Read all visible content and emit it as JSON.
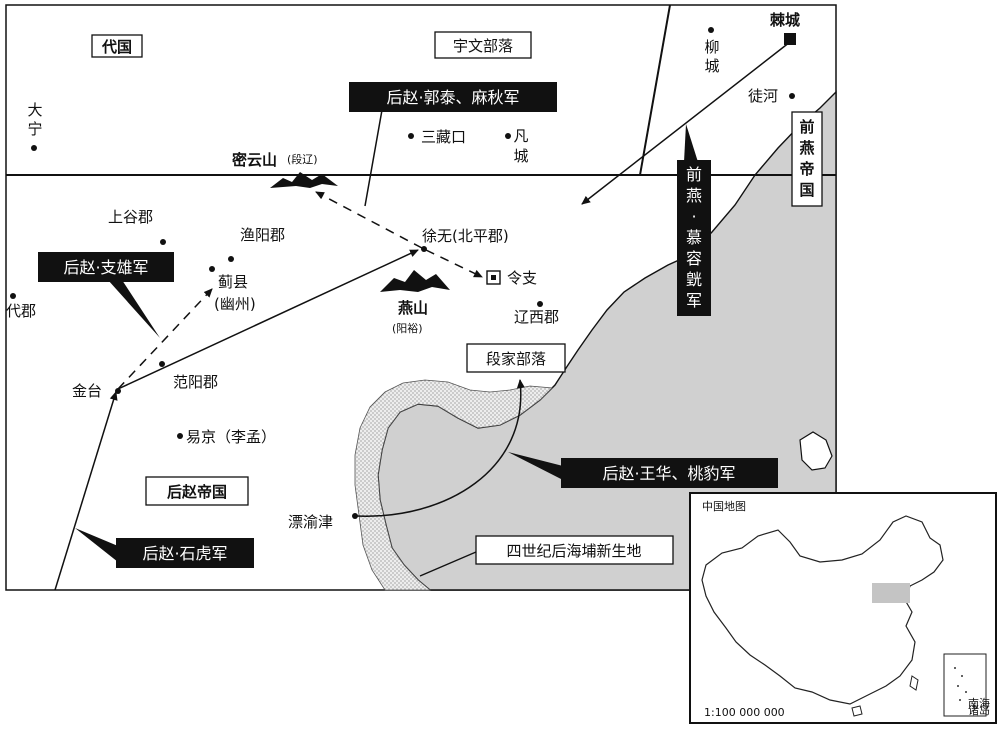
{
  "map": {
    "regions": {
      "dai_guo": "代国",
      "yuwen": "宇文部落",
      "qianyan": [
        "前",
        "燕",
        "帝",
        "国"
      ],
      "houzhao": "后赵帝国",
      "duanjia": "段家部落"
    },
    "places": {
      "jicheng": "棘城",
      "liucheng": [
        "柳",
        "城"
      ],
      "tuhe": "徒河",
      "daning": [
        "大",
        "宁"
      ],
      "sanzangkou": "三藏口",
      "fancheng": [
        "凡",
        "城"
      ],
      "miyunshan": "密云山",
      "miyunshan_note": "(段辽)",
      "shanggu": "上谷郡",
      "yuyang": "渔阳郡",
      "xuwu": "徐无(北平郡)",
      "lingzhi": "令支",
      "jixian": "蓟县",
      "jixian_note": "(幽州)",
      "yanshan": "燕山",
      "yanshan_note": "(阳裕)",
      "liaoxi": "辽西郡",
      "daijun": "代郡",
      "jintai": "金台",
      "fanyang": "范阳郡",
      "yijing": "易京（李孟）",
      "piaoyujin": "漂渝津"
    },
    "armies": {
      "guotai": "后赵·郭泰、麻秋军",
      "zhixiong": "后赵·支雄军",
      "shihu": "后赵·石虎军",
      "wanghua": "后赵·王华、桃豹军",
      "murong": [
        "前",
        "燕",
        "·",
        "慕",
        "容",
        "皝",
        "军"
      ]
    },
    "coast_note": "四世纪后海埔新生地"
  },
  "inset": {
    "title": "中国地图",
    "scale": "1:100 000 000",
    "south_sea": [
      "南海",
      "诸岛"
    ]
  },
  "colors": {
    "ink": "#111111",
    "sea": "#d0d0d0",
    "highlight": "#c4c4c4",
    "paper": "#ffffff"
  }
}
